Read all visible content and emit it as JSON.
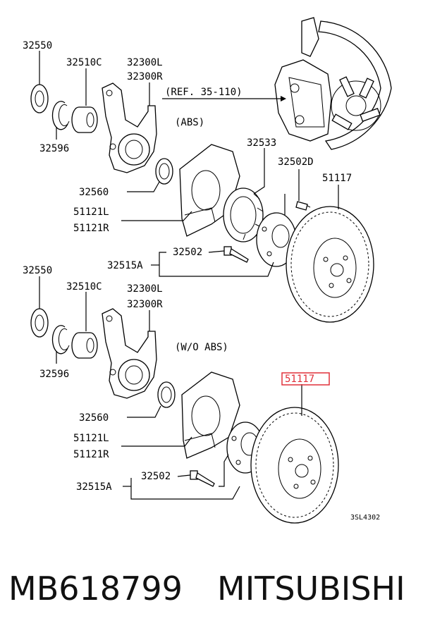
{
  "diagram": {
    "labels": {
      "abs_32550": "32550",
      "abs_32510c": "32510C",
      "abs_32300l": "32300L",
      "abs_32300r": "32300R",
      "abs_ref": "(REF. 35-110)",
      "abs_title": "(ABS)",
      "abs_32596": "32596",
      "abs_32533": "32533",
      "abs_32502d": "32502D",
      "abs_51117": "51117",
      "abs_32560": "32560",
      "abs_51121l": "51121L",
      "abs_51121r": "51121R",
      "abs_32502": "32502",
      "abs_32515a": "32515A",
      "noabs_32550": "32550",
      "noabs_32510c": "32510C",
      "noabs_32300l": "32300L",
      "noabs_32300r": "32300R",
      "noabs_title": "(W/O ABS)",
      "noabs_32596": "32596",
      "noabs_51117": "51117",
      "noabs_32560": "32560",
      "noabs_51121l": "51121L",
      "noabs_51121r": "51121R",
      "noabs_32502": "32502",
      "noabs_32515a": "32515A",
      "code": "3SL4302"
    },
    "highlight_color": "#e0303a"
  },
  "footer": {
    "part_number": "MB618799",
    "brand": "MITSUBISHI"
  }
}
